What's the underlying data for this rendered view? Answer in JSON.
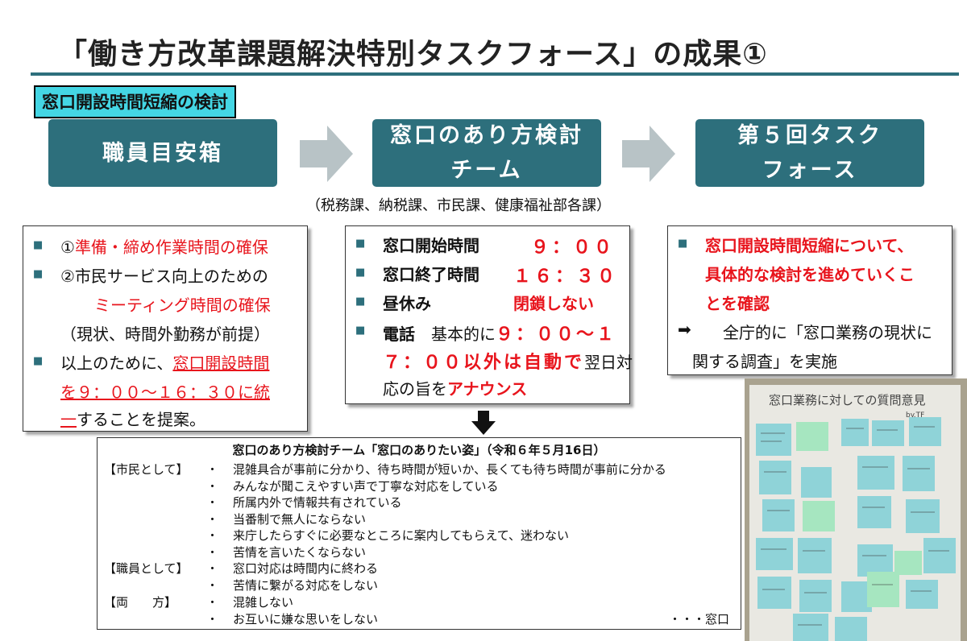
{
  "title": "「働き方改革課題解決特別タスクフォース」の成果①",
  "section_tag": "窓口開設時間短縮の検討",
  "steps": {
    "step1": "職員目安箱",
    "step2_line1": "窓口のあり方検討",
    "step2_line2": "チーム",
    "step3_line1": "第５回タスク",
    "step3_line2": "フォース"
  },
  "dept_note": "（税務課、納税課、市民課、健康福祉部各課）",
  "left_box": {
    "b1_prefix": "①",
    "b1_red": "準備・締め作業時間の確保",
    "b2_line1": "②市民サービス向上のための",
    "b2_line2_red": "ミーティング時間の確保",
    "b2_line3": "（現状、時間外勤務が前提）",
    "b3_prefix": "以上のために、",
    "b3_red1": "窓口開設時間",
    "b3_red2": "を９：００～１６：３０に統",
    "b3_red3": "一",
    "b3_suffix": "することを提案。"
  },
  "middle_box": {
    "open_label": "窓口開始時間",
    "open_value": "９：００",
    "close_label": "窓口終了時間",
    "close_value": "１６：３０",
    "lunch_label": "昼休み",
    "lunch_value": "閉鎖しない",
    "phone_label": "電話",
    "phone_text": "基本的に",
    "phone_red1": "９：００～１",
    "phone_red2": "７：００以外は自動で",
    "phone_text2": "翌日対",
    "phone_text3": "応の旨を",
    "phone_red3": "アナウンス"
  },
  "right_box": {
    "line1_red": "窓口開設時間短縮について、",
    "line2_red": "具体的な検討を進めていくこ",
    "line3_red": "とを確認",
    "arrow_glyph": "➡",
    "line4": "全庁的に「窓口業務の現状に",
    "line5": "関する調査」を実施"
  },
  "bottom_box": {
    "title": "窓口のあり方検討チーム「窓口のありたい姿」（令和６年５月16日）",
    "cat_citizen": "【市民として】",
    "cat_staff": "【職員として】",
    "cat_both": "【両　　方】",
    "bullet": "・",
    "items": [
      "混雑具合が事前に分かり、待ち時間が短いか、長くても待ち時間が事前に分かる",
      "みんなが聞こえやすい声で丁寧な対応をしている",
      "所属内外で情報共有されている",
      "当番制で無人にならない",
      "来庁したらすぐに必要なところに案内してもらえて、迷わない",
      "苦情を言いたくならない",
      "窓口対応は時間内に終わる",
      "苦情に繋がる対応をしない",
      "混雑しない",
      "お互いに嫌な思いをしない"
    ],
    "signature": "・・・窓口"
  },
  "photo": {
    "heading": "窓口業務に対しての質問意見",
    "sub": "by.TF"
  },
  "colors": {
    "accent_teal": "#2d6f7c",
    "tag_cyan": "#44d6e4",
    "emphasis_red": "#e8141c",
    "arrow_gray": "#b8c3c6"
  }
}
